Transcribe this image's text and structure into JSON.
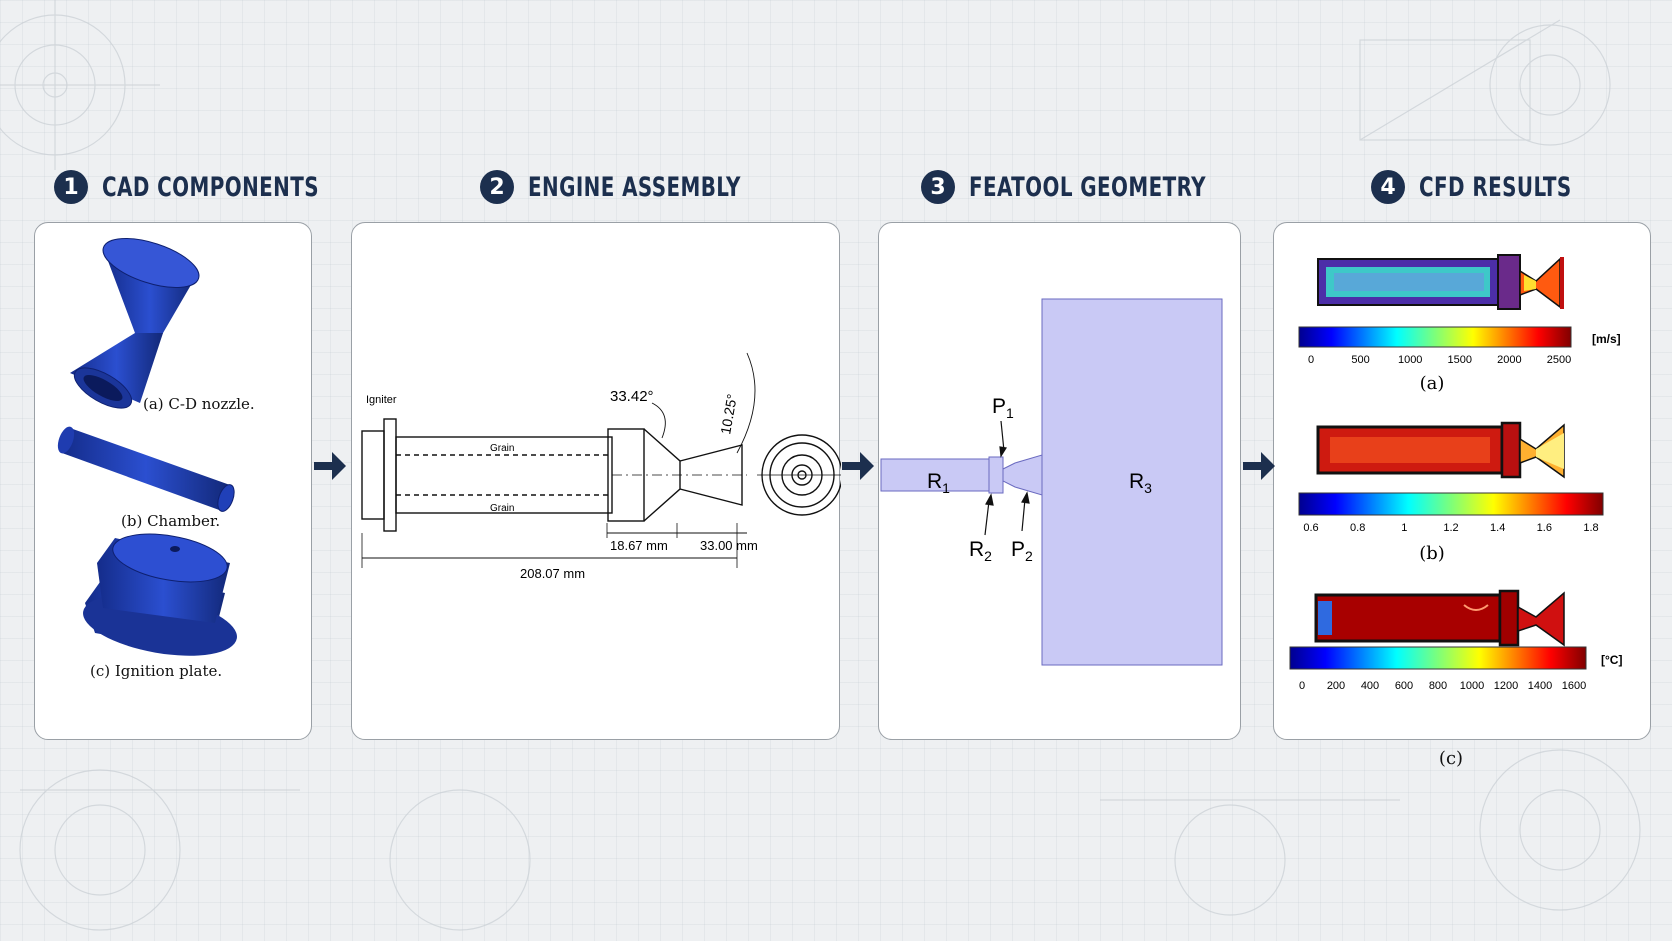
{
  "steps": [
    {
      "num": "1",
      "title": "CAD COMPONENTS"
    },
    {
      "num": "2",
      "title": "ENGINE ASSEMBLY"
    },
    {
      "num": "3",
      "title": "FEATOOL GEOMETRY"
    },
    {
      "num": "4",
      "title": "CFD RESULTS"
    }
  ],
  "cad": {
    "nozzle": "(a) C-D nozzle.",
    "chamber": "(b) Chamber.",
    "ignition": "(c) Ignition plate."
  },
  "assembly": {
    "igniter": "Igniter",
    "grain_top": "Grain",
    "grain_bottom": "Grain",
    "angle1": "33.42°",
    "angle2": "10.25°",
    "dim1": "18.67 mm",
    "dim2": "33.00 mm",
    "dim_total": "208.07 mm"
  },
  "geometry": {
    "r1": "R",
    "r1_sub": "1",
    "r2": "R",
    "r2_sub": "2",
    "r3": "R",
    "r3_sub": "3",
    "p1": "P",
    "p1_sub": "1",
    "p2": "P",
    "p2_sub": "2",
    "region_color": "#c9c9f5"
  },
  "cfd": {
    "a": {
      "unit": "[m/s]",
      "ticks": [
        "0",
        "500",
        "1000",
        "1500",
        "2000",
        "2500"
      ],
      "label": "(a)"
    },
    "b": {
      "ticks": [
        "0.6",
        "0.8",
        "1",
        "1.2",
        "1.4",
        "1.6",
        "1.8"
      ],
      "label": "(b)"
    },
    "c": {
      "unit": "[°C]",
      "ticks": [
        "0",
        "200",
        "400",
        "600",
        "800",
        "1000",
        "1200",
        "1400",
        "1600"
      ],
      "label": "(c)"
    }
  },
  "colors": {
    "navy": "#1c2f4e",
    "part_blue": "#1d3fb5"
  }
}
